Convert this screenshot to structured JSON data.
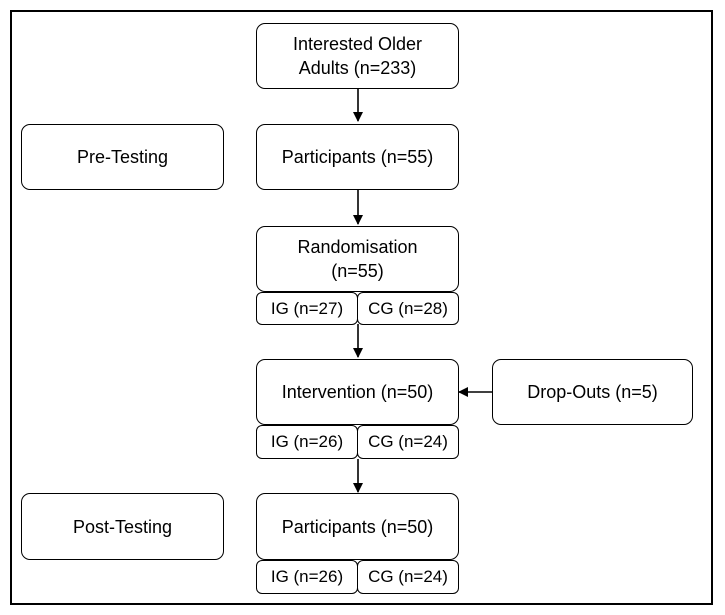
{
  "flowchart": {
    "recruit": "Interested Older\nAdults (n=233)",
    "pre_testing": "Pre-Testing",
    "participants_pre": "Participants (n=55)",
    "randomisation": "Randomisation\n(n=55)",
    "rand_ig": "IG (n=27)",
    "rand_cg": "CG (n=28)",
    "intervention": "Intervention (n=50)",
    "dropouts": "Drop-Outs (n=5)",
    "int_ig": "IG (n=26)",
    "int_cg": "CG (n=24)",
    "post_testing": "Post-Testing",
    "participants_post": "Participants (n=50)",
    "post_ig": "IG (n=26)",
    "post_cg": "CG (n=24)"
  }
}
